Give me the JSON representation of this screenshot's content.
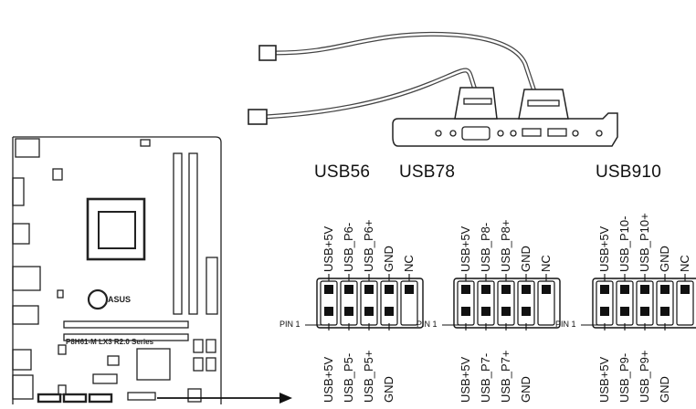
{
  "board_model": "P8H61-M LX3 R2.0 Series",
  "brand_logo": "ASUS",
  "pin1_label": "PIN 1",
  "headers": [
    {
      "title": "USB56",
      "top_pins": [
        "USB+5V",
        "USB_P6-",
        "USB_P6+",
        "GND",
        "NC"
      ],
      "bottom_pins": [
        "USB+5V",
        "USB_P5-",
        "USB_P5+",
        "GND"
      ]
    },
    {
      "title": "USB78",
      "top_pins": [
        "USB+5V",
        "USB_P8-",
        "USB_P8+",
        "GND",
        "NC"
      ],
      "bottom_pins": [
        "USB+5V",
        "USB_P7-",
        "USB_P7+",
        "GND"
      ]
    },
    {
      "title": "USB910",
      "top_pins": [
        "USB+5V",
        "USB_P10-",
        "USB_P10+",
        "GND",
        "NC"
      ],
      "bottom_pins": [
        "USB+5V",
        "USB_P9-",
        "USB_P9+",
        "GND"
      ]
    }
  ]
}
